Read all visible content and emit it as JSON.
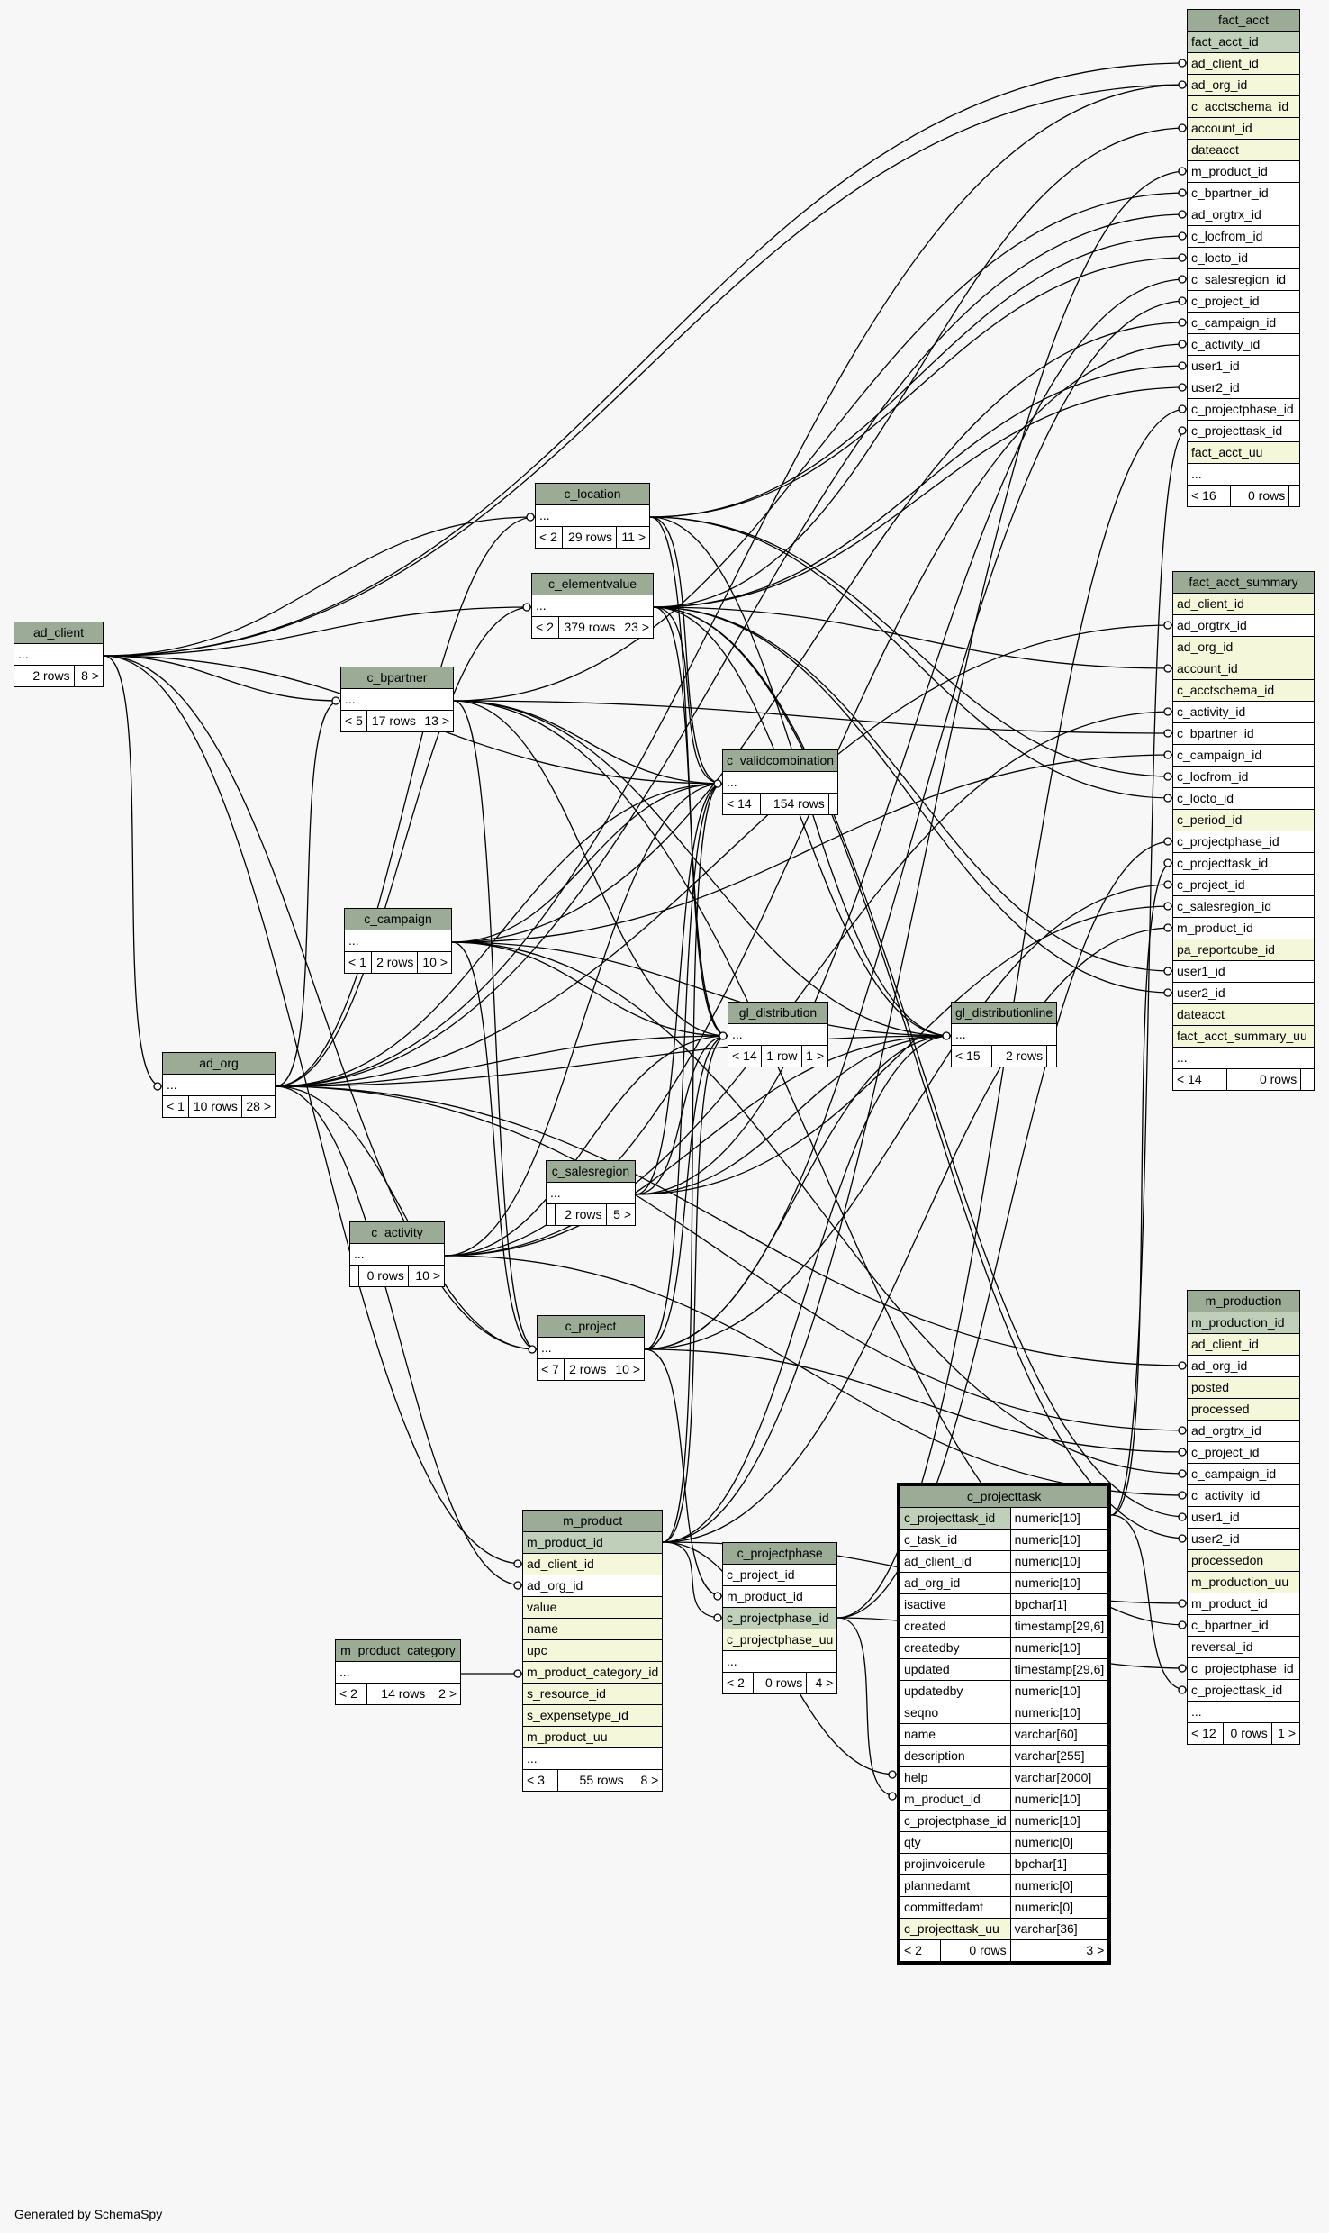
{
  "footer": "Generated by SchemaSpy",
  "tables": {
    "fact_acct": {
      "name": "fact_acct",
      "columns": [
        {
          "name": "fact_acct_id",
          "kind": "pk"
        },
        {
          "name": "ad_client_id",
          "kind": "fk"
        },
        {
          "name": "ad_org_id",
          "kind": "fk"
        },
        {
          "name": "c_acctschema_id",
          "kind": "fk"
        },
        {
          "name": "account_id",
          "kind": "fk"
        },
        {
          "name": "dateacct",
          "kind": "fk"
        },
        {
          "name": "m_product_id",
          "kind": "plain"
        },
        {
          "name": "c_bpartner_id",
          "kind": "plain"
        },
        {
          "name": "ad_orgtrx_id",
          "kind": "plain"
        },
        {
          "name": "c_locfrom_id",
          "kind": "plain"
        },
        {
          "name": "c_locto_id",
          "kind": "plain"
        },
        {
          "name": "c_salesregion_id",
          "kind": "plain"
        },
        {
          "name": "c_project_id",
          "kind": "plain"
        },
        {
          "name": "c_campaign_id",
          "kind": "plain"
        },
        {
          "name": "c_activity_id",
          "kind": "plain"
        },
        {
          "name": "user1_id",
          "kind": "plain"
        },
        {
          "name": "user2_id",
          "kind": "plain"
        },
        {
          "name": "c_projectphase_id",
          "kind": "plain"
        },
        {
          "name": "c_projecttask_id",
          "kind": "plain"
        },
        {
          "name": "fact_acct_uu",
          "kind": "fk"
        },
        {
          "name": "...",
          "kind": "plain"
        }
      ],
      "footer": [
        "< 16",
        "0 rows",
        ""
      ]
    },
    "fact_acct_summary": {
      "name": "fact_acct_summary",
      "columns": [
        {
          "name": "ad_client_id",
          "kind": "fk"
        },
        {
          "name": "ad_orgtrx_id",
          "kind": "plain"
        },
        {
          "name": "ad_org_id",
          "kind": "fk"
        },
        {
          "name": "account_id",
          "kind": "fk"
        },
        {
          "name": "c_acctschema_id",
          "kind": "fk"
        },
        {
          "name": "c_activity_id",
          "kind": "plain"
        },
        {
          "name": "c_bpartner_id",
          "kind": "plain"
        },
        {
          "name": "c_campaign_id",
          "kind": "plain"
        },
        {
          "name": "c_locfrom_id",
          "kind": "plain"
        },
        {
          "name": "c_locto_id",
          "kind": "plain"
        },
        {
          "name": "c_period_id",
          "kind": "fk"
        },
        {
          "name": "c_projectphase_id",
          "kind": "plain"
        },
        {
          "name": "c_projecttask_id",
          "kind": "plain"
        },
        {
          "name": "c_project_id",
          "kind": "plain"
        },
        {
          "name": "c_salesregion_id",
          "kind": "plain"
        },
        {
          "name": "m_product_id",
          "kind": "plain"
        },
        {
          "name": "pa_reportcube_id",
          "kind": "fk"
        },
        {
          "name": "user1_id",
          "kind": "plain"
        },
        {
          "name": "user2_id",
          "kind": "plain"
        },
        {
          "name": "dateacct",
          "kind": "fk"
        },
        {
          "name": "fact_acct_summary_uu",
          "kind": "fk"
        },
        {
          "name": "...",
          "kind": "plain"
        }
      ],
      "footer": [
        "< 14",
        "0 rows",
        ""
      ]
    },
    "m_production": {
      "name": "m_production",
      "columns": [
        {
          "name": "m_production_id",
          "kind": "pk"
        },
        {
          "name": "ad_client_id",
          "kind": "fk"
        },
        {
          "name": "ad_org_id",
          "kind": "plain"
        },
        {
          "name": "posted",
          "kind": "fk"
        },
        {
          "name": "processed",
          "kind": "fk"
        },
        {
          "name": "ad_orgtrx_id",
          "kind": "plain"
        },
        {
          "name": "c_project_id",
          "kind": "plain"
        },
        {
          "name": "c_campaign_id",
          "kind": "plain"
        },
        {
          "name": "c_activity_id",
          "kind": "plain"
        },
        {
          "name": "user1_id",
          "kind": "plain"
        },
        {
          "name": "user2_id",
          "kind": "plain"
        },
        {
          "name": "processedon",
          "kind": "fk"
        },
        {
          "name": "m_production_uu",
          "kind": "fk"
        },
        {
          "name": "m_product_id",
          "kind": "plain"
        },
        {
          "name": "c_bpartner_id",
          "kind": "plain"
        },
        {
          "name": "reversal_id",
          "kind": "plain"
        },
        {
          "name": "c_projectphase_id",
          "kind": "plain"
        },
        {
          "name": "c_projecttask_id",
          "kind": "plain"
        },
        {
          "name": "...",
          "kind": "plain"
        }
      ],
      "footer": [
        "< 12",
        "0 rows",
        "1 >"
      ]
    },
    "c_projecttask": {
      "name": "c_projecttask",
      "columns": [
        {
          "name": "c_projecttask_id",
          "type": "numeric[10]",
          "kind": "pk"
        },
        {
          "name": "c_task_id",
          "type": "numeric[10]",
          "kind": "plain"
        },
        {
          "name": "ad_client_id",
          "type": "numeric[10]",
          "kind": "plain"
        },
        {
          "name": "ad_org_id",
          "type": "numeric[10]",
          "kind": "plain"
        },
        {
          "name": "isactive",
          "type": "bpchar[1]",
          "kind": "plain"
        },
        {
          "name": "created",
          "type": "timestamp[29,6]",
          "kind": "plain"
        },
        {
          "name": "createdby",
          "type": "numeric[10]",
          "kind": "plain"
        },
        {
          "name": "updated",
          "type": "timestamp[29,6]",
          "kind": "plain"
        },
        {
          "name": "updatedby",
          "type": "numeric[10]",
          "kind": "plain"
        },
        {
          "name": "seqno",
          "type": "numeric[10]",
          "kind": "plain"
        },
        {
          "name": "name",
          "type": "varchar[60]",
          "kind": "plain"
        },
        {
          "name": "description",
          "type": "varchar[255]",
          "kind": "plain"
        },
        {
          "name": "help",
          "type": "varchar[2000]",
          "kind": "plain"
        },
        {
          "name": "m_product_id",
          "type": "numeric[10]",
          "kind": "plain"
        },
        {
          "name": "c_projectphase_id",
          "type": "numeric[10]",
          "kind": "plain"
        },
        {
          "name": "qty",
          "type": "numeric[0]",
          "kind": "plain"
        },
        {
          "name": "projinvoicerule",
          "type": "bpchar[1]",
          "kind": "plain"
        },
        {
          "name": "plannedamt",
          "type": "numeric[0]",
          "kind": "plain"
        },
        {
          "name": "committedamt",
          "type": "numeric[0]",
          "kind": "plain"
        },
        {
          "name": "c_projecttask_uu",
          "type": "varchar[36]",
          "kind": "fk"
        }
      ],
      "footer": [
        "< 2",
        "0 rows",
        "3 >"
      ]
    },
    "m_product": {
      "name": "m_product",
      "columns": [
        {
          "name": "m_product_id",
          "kind": "pk"
        },
        {
          "name": "ad_client_id",
          "kind": "fk"
        },
        {
          "name": "ad_org_id",
          "kind": "plain"
        },
        {
          "name": "value",
          "kind": "fk"
        },
        {
          "name": "name",
          "kind": "fk"
        },
        {
          "name": "upc",
          "kind": "fk"
        },
        {
          "name": "m_product_category_id",
          "kind": "fk"
        },
        {
          "name": "s_resource_id",
          "kind": "fk"
        },
        {
          "name": "s_expensetype_id",
          "kind": "fk"
        },
        {
          "name": "m_product_uu",
          "kind": "fk"
        },
        {
          "name": "...",
          "kind": "plain"
        }
      ],
      "footer": [
        "< 3",
        "55 rows",
        "8 >"
      ]
    },
    "c_projectphase": {
      "name": "c_projectphase",
      "columns": [
        {
          "name": "c_project_id",
          "kind": "plain"
        },
        {
          "name": "m_product_id",
          "kind": "plain"
        },
        {
          "name": "c_projectphase_id",
          "kind": "pk"
        },
        {
          "name": "c_projectphase_uu",
          "kind": "fk"
        },
        {
          "name": "...",
          "kind": "plain"
        }
      ],
      "footer": [
        "< 2",
        "0 rows",
        "4 >"
      ]
    },
    "ad_client": {
      "name": "ad_client",
      "columns": [
        {
          "name": "...",
          "kind": "plain"
        }
      ],
      "footer": [
        "",
        "2 rows",
        "8 >"
      ]
    },
    "c_location": {
      "name": "c_location",
      "columns": [
        {
          "name": "...",
          "kind": "plain"
        }
      ],
      "footer": [
        "< 2",
        "29 rows",
        "11 >"
      ]
    },
    "c_elementvalue": {
      "name": "c_elementvalue",
      "columns": [
        {
          "name": "...",
          "kind": "plain"
        }
      ],
      "footer": [
        "< 2",
        "379 rows",
        "23 >"
      ]
    },
    "c_bpartner": {
      "name": "c_bpartner",
      "columns": [
        {
          "name": "...",
          "kind": "plain"
        }
      ],
      "footer": [
        "< 5",
        "17 rows",
        "13 >"
      ]
    },
    "c_validcombination": {
      "name": "c_validcombination",
      "columns": [
        {
          "name": "...",
          "kind": "plain"
        }
      ],
      "footer": [
        "< 14",
        "154 rows",
        ""
      ]
    },
    "c_campaign": {
      "name": "c_campaign",
      "columns": [
        {
          "name": "...",
          "kind": "plain"
        }
      ],
      "footer": [
        "< 1",
        "2 rows",
        "10 >"
      ]
    },
    "gl_distribution": {
      "name": "gl_distribution",
      "columns": [
        {
          "name": "...",
          "kind": "plain"
        }
      ],
      "footer": [
        "< 14",
        "1 row",
        "1 >"
      ]
    },
    "gl_distributionline": {
      "name": "gl_distributionline",
      "columns": [
        {
          "name": "...",
          "kind": "plain"
        }
      ],
      "footer": [
        "< 15",
        "2 rows",
        ""
      ]
    },
    "ad_org": {
      "name": "ad_org",
      "columns": [
        {
          "name": "...",
          "kind": "plain"
        }
      ],
      "footer": [
        "< 1",
        "10 rows",
        "28 >"
      ]
    },
    "c_salesregion": {
      "name": "c_salesregion",
      "columns": [
        {
          "name": "...",
          "kind": "plain"
        }
      ],
      "footer": [
        "",
        "2 rows",
        "5 >"
      ]
    },
    "c_activity": {
      "name": "c_activity",
      "columns": [
        {
          "name": "...",
          "kind": "plain"
        }
      ],
      "footer": [
        "",
        "0 rows",
        "10 >"
      ]
    },
    "c_project": {
      "name": "c_project",
      "columns": [
        {
          "name": "...",
          "kind": "plain"
        }
      ],
      "footer": [
        "< 7",
        "2 rows",
        "10 >"
      ]
    },
    "m_product_category": {
      "name": "m_product_category",
      "columns": [
        {
          "name": "...",
          "kind": "plain"
        }
      ],
      "footer": [
        "< 2",
        "14 rows",
        "2 >"
      ]
    }
  }
}
